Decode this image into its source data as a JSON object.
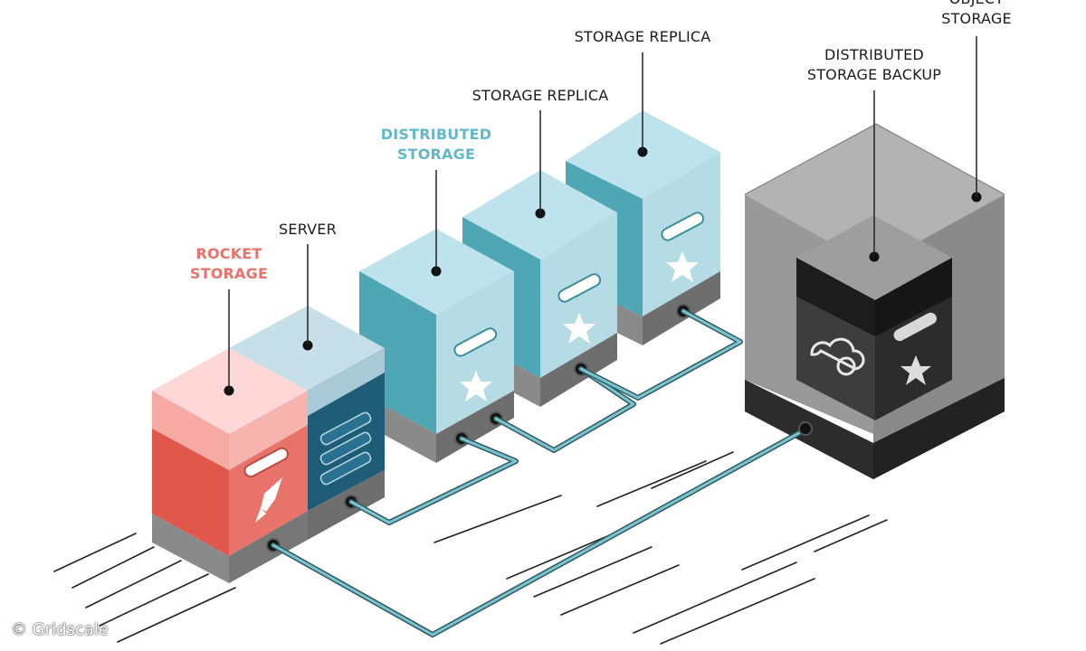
{
  "labels": {
    "object_storage": [
      "OBJECT",
      "STORAGE"
    ],
    "distributed_storage_backup": [
      "DISTRIBUTED",
      "STORAGE BACKUP"
    ],
    "storage_replica_top": "STORAGE REPLICA",
    "storage_replica": "STORAGE REPLICA",
    "distributed_storage": [
      "DISTRIBUTED",
      "STORAGE"
    ],
    "server": "SERVER",
    "rocket_storage": [
      "ROCKET",
      "STORAGE"
    ]
  },
  "copyright": "© Gridscale",
  "colors": {
    "rocket_accent": "#e8736b",
    "distributed_accent": "#62b8c9",
    "cable": "#5aa9b5",
    "object_box": "#9a9a9a",
    "backup_box": "#2b2b2b"
  },
  "icons": [
    "rocket-icon",
    "server-rack-icon",
    "star-icon",
    "cloud-sync-icon"
  ]
}
